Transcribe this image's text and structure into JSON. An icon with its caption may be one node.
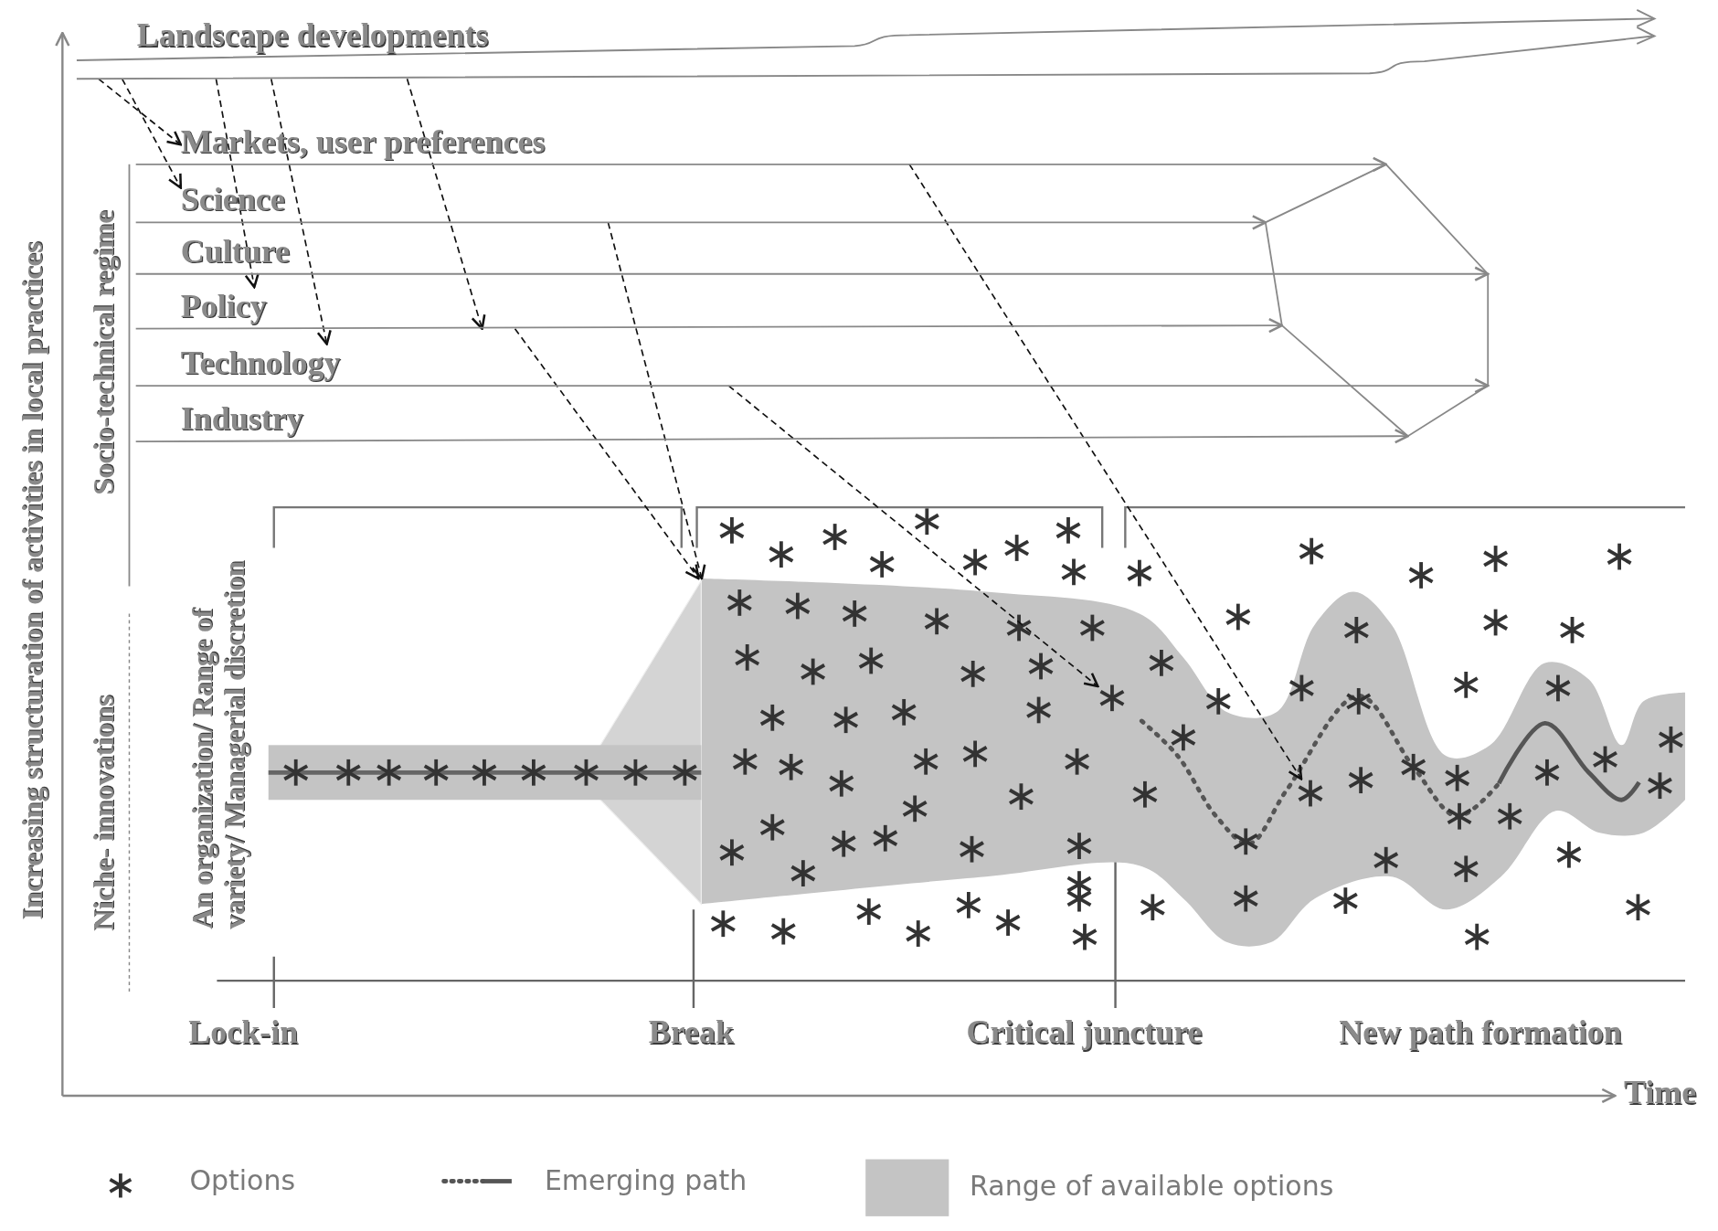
{
  "diagram": {
    "nodes": [
      {
        "text": [
          "Landscape developments"
        ]
      },
      {
        "text": [
          "Markets, user preferences"
        ]
      },
      {
        "text": [
          "Science"
        ]
      },
      {
        "text": [
          "Culture"
        ]
      },
      {
        "text": [
          "Policy"
        ]
      },
      {
        "text": [
          "Technology"
        ]
      },
      {
        "text": [
          "Industry"
        ]
      },
      {
        "text": [],
        "shape": "hexagon"
      },
      {
        "text": [],
        "shape": "band"
      },
      {
        "text": [],
        "shape": "asterisk",
        "in": 8
      },
      {
        "text": [],
        "shape": "asterisk",
        "in": 8
      }
    ],
    "edges": [
      {
        "from": 0,
        "to": 1,
        "arrow": "to",
        "style": "dashed"
      },
      {
        "from": 0,
        "to": 2,
        "arrow": "to",
        "style": "dashed"
      },
      {
        "from": 0,
        "to": 4,
        "arrow": "to",
        "style": "dashed"
      },
      {
        "from": 0,
        "to": 5,
        "arrow": "to",
        "style": "dashed"
      },
      {
        "from": 0,
        "to": null,
        "arrow": "to",
        "style": "dashed"
      },
      {
        "from": null,
        "to": 8,
        "arrow": "to",
        "style": "dashed"
      },
      {
        "from": null,
        "to": 8,
        "arrow": "to",
        "style": "dashed"
      },
      {
        "from": null,
        "to": 9,
        "arrow": "to",
        "style": "dashed"
      },
      {
        "from": null,
        "to": 10,
        "arrow": "to",
        "style": "dashed"
      },
      {
        "from": null,
        "to": 7,
        "arrow": "to",
        "color": "#888888"
      },
      {
        "from": null,
        "to": 7,
        "arrow": "to",
        "color": "#888888"
      },
      {
        "from": null,
        "to": 7,
        "arrow": "to",
        "color": "#888888"
      },
      {
        "from": null,
        "to": 7,
        "arrow": "to",
        "color": "#888888"
      },
      {
        "from": null,
        "to": 7,
        "arrow": "to",
        "color": "#888888"
      },
      {
        "from": null,
        "to": 7,
        "arrow": "to",
        "color": "#888888"
      }
    ],
    "labels": [
      "Increasing structuration of activities in local practices",
      "Socio-technical regime",
      "Niche- innovations",
      "An organization/ Range of variety/ Managerial discretion",
      "Lock-in",
      "Break",
      "Critical juncture",
      "New path formation",
      "Time"
    ],
    "legend": [
      {
        "text": "Options"
      },
      {
        "text": "Emerging path"
      },
      {
        "text": "Range of available options",
        "color": "#c4c4c4"
      }
    ]
  }
}
